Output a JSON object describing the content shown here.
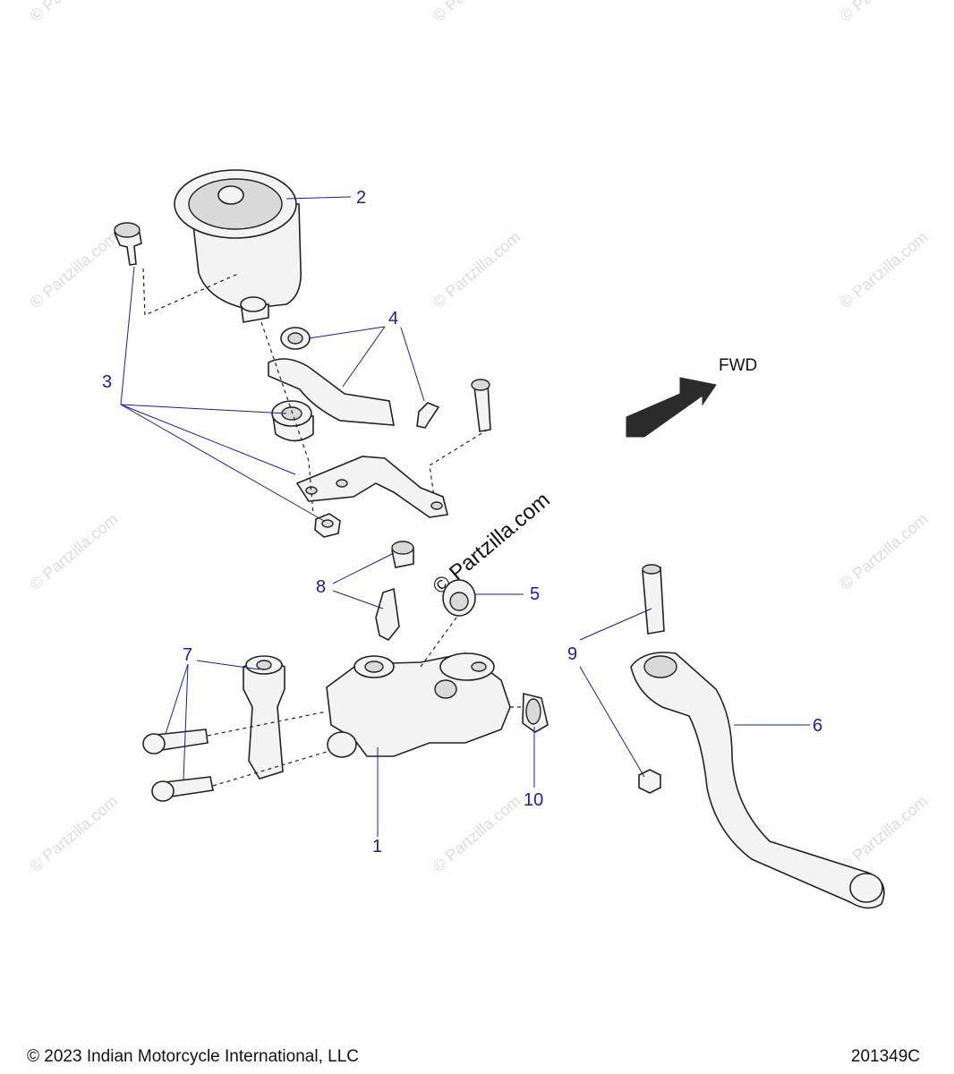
{
  "callouts": {
    "c1": "1",
    "c2": "2",
    "c3": "3",
    "c4": "4",
    "c5": "5",
    "c6": "6",
    "c7": "7",
    "c8": "8",
    "c9": "9",
    "c10": "10"
  },
  "direction_label": "FWD",
  "watermark": "© Partzilla.com",
  "footer": {
    "copyright": "© 2023 Indian Motorcycle International, LLC",
    "drawing_number": "201349C"
  }
}
